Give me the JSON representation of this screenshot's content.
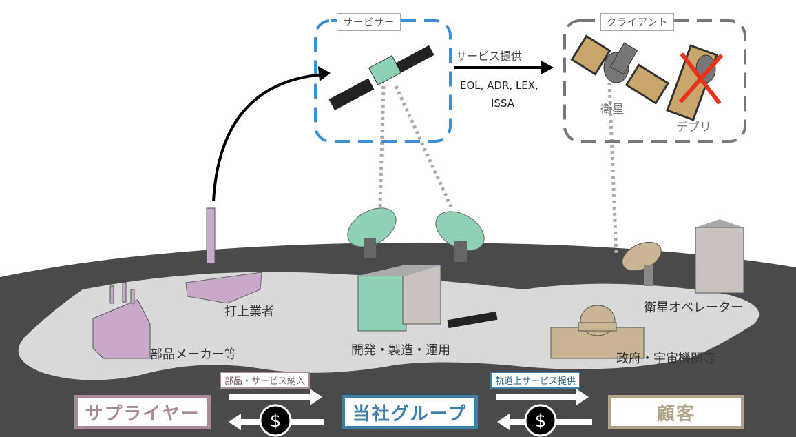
{
  "service_box": {
    "label": "サービサー",
    "color": "#3a8fd6"
  },
  "client_box": {
    "label": "クライアント",
    "color": "#777777"
  },
  "service_arrow": {
    "label": "サービス提供",
    "missions": [
      "EOL, ADR, LEX,",
      "ISSA"
    ]
  },
  "client_labels": {
    "satellite": "衛星",
    "debris": "デブリ"
  },
  "ground_labels": {
    "launcher": "打上業者",
    "parts_maker": "部品メーカー等",
    "dev_ops": "開発・製造・運用",
    "operator": "衛星オペレーター",
    "government": "政府・宇宙機関等"
  },
  "flow_labels": {
    "parts_delivery": "部品・サービス納入",
    "orbit_service": "軌道上サービス提供"
  },
  "entities": {
    "supplier": {
      "label": "サプライヤー",
      "color": "#a98a9a"
    },
    "company": {
      "label": "当社グループ",
      "color": "#3c7fa8"
    },
    "customer": {
      "label": "顧客",
      "color": "#b1a48a"
    }
  },
  "currency_symbol": "$",
  "colors": {
    "earth": "#4a4a4a",
    "continent": "#d9d9d9",
    "dish": "#8fd1b4",
    "building": "#c9c2bf",
    "factory": "#c9a9c9",
    "debris_cross": "#e8331a"
  }
}
